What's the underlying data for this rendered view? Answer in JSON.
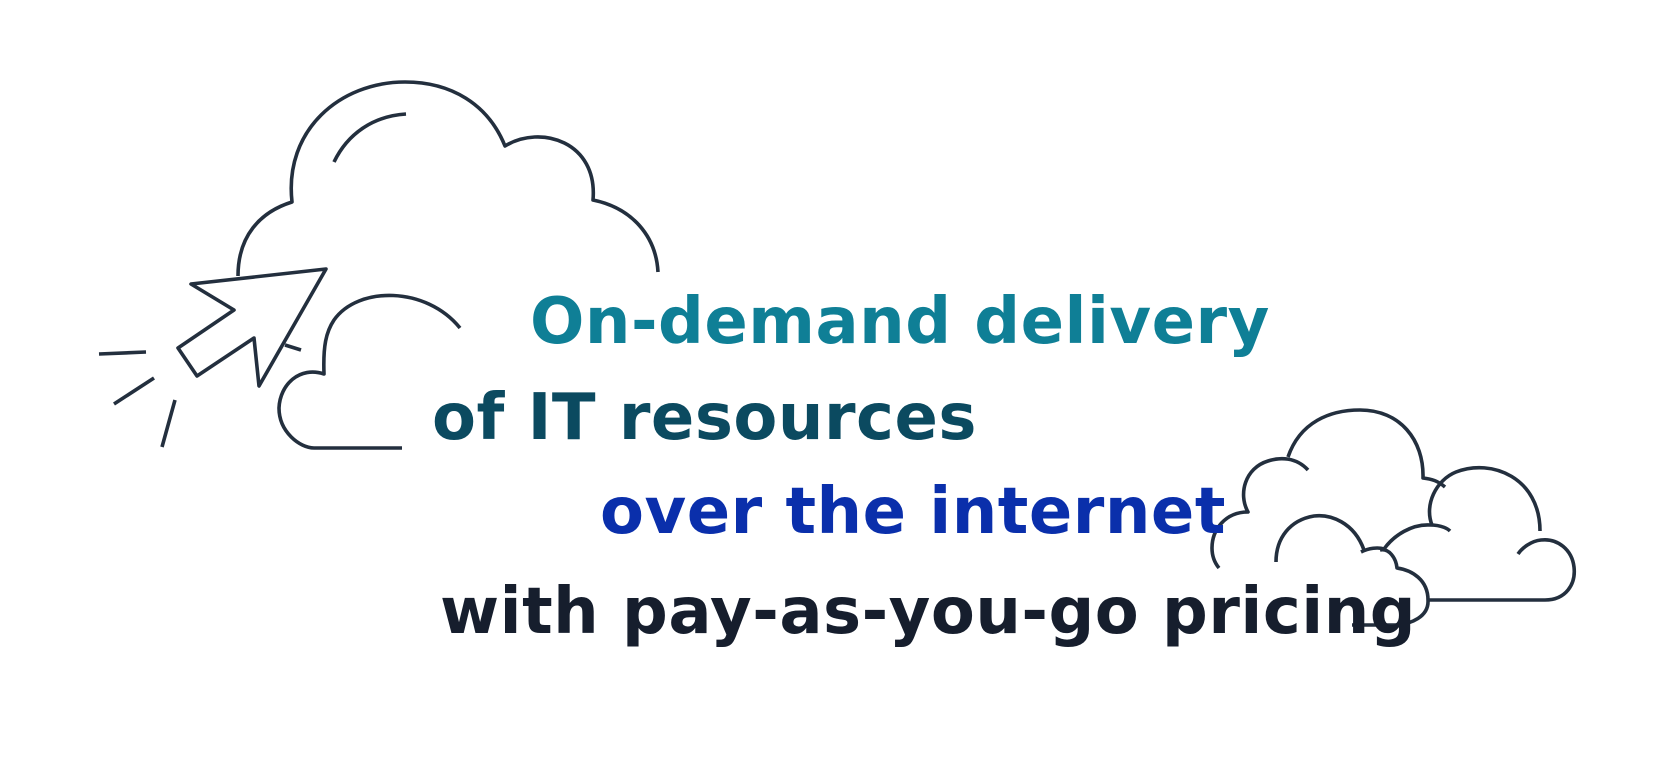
{
  "headline": {
    "line1": "On-demand delivery",
    "line2": "of IT resources",
    "line3": "over the internet",
    "line4": "with pay-as-you-go pricing"
  },
  "colors": {
    "line1": "#0f7f96",
    "line2": "#0b4a60",
    "line3": "#0a2fab",
    "line4": "#161e2d",
    "outline": "#232f3e",
    "background": "#ffffff"
  },
  "icons": [
    "cloud-icon",
    "cursor-arrow-icon",
    "cloud-cluster-icon"
  ]
}
